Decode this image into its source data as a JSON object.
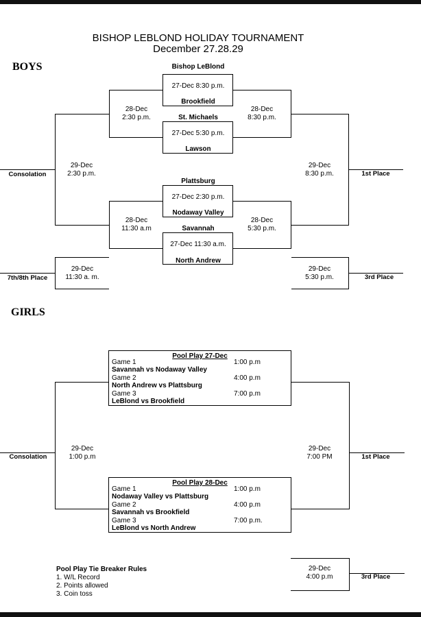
{
  "header": {
    "title": "BISHOP LEBLOND HOLIDAY TOURNAMENT",
    "dates": "December 27.28.29"
  },
  "boys": {
    "heading": "BOYS",
    "first_round": [
      {
        "team_top": "Bishop LeBlond",
        "time": "27-Dec  8:30 p.m.",
        "team_bottom": "Brookfield"
      },
      {
        "team_top": "St. Michaels",
        "time": "27-Dec  5:30 p.m.",
        "team_bottom": "Lawson"
      },
      {
        "team_top": "Plattsburg",
        "time": "27-Dec   2:30 p.m.",
        "team_bottom": "Nodaway Valley"
      },
      {
        "team_top": "Savannah",
        "time": "27-Dec   11:30 a.m.",
        "team_bottom": "North Andrew"
      }
    ],
    "second_round": {
      "left_top": {
        "date": "28-Dec",
        "time": "2:30 p.m."
      },
      "left_bottom": {
        "date": "28-Dec",
        "time": "11:30 a.m"
      },
      "right_top": {
        "date": "28-Dec",
        "time": "8:30 p.m."
      },
      "right_bottom": {
        "date": "28-Dec",
        "time": "5:30 p.m."
      }
    },
    "consolation": {
      "label": "Consolation",
      "date": "29-Dec",
      "time": "2:30 p.m."
    },
    "first_place": {
      "label": "1st Place",
      "date": "29-Dec",
      "time": "8:30 p.m."
    },
    "seventh_eighth": {
      "label": "7th/8th Place",
      "date": "29-Dec",
      "time": "11:30 a. m."
    },
    "third_place": {
      "label": "3rd Place",
      "date": "29-Dec",
      "time": "5:30 p.m."
    }
  },
  "girls": {
    "heading": "GIRLS",
    "pools": [
      {
        "title": "Pool Play 27-Dec",
        "games": [
          {
            "game": "Game 1",
            "time": "1:00 p.m",
            "matchup": "Savannah vs Nodaway Valley"
          },
          {
            "game": "Game 2",
            "time": "4:00 p.m",
            "matchup": "North Andrew vs Plattsburg"
          },
          {
            "game": "Game 3",
            "time": "7:00 p.m",
            "matchup": "LeBlond vs Brookfield"
          }
        ]
      },
      {
        "title": "Pool Play 28-Dec",
        "games": [
          {
            "game": "Game 1",
            "time": "1:00 p.m",
            "matchup": "Nodaway Valley vs Plattsburg"
          },
          {
            "game": "Game 2",
            "time": "4:00 p.m",
            "matchup": "Savannah vs Brookfield"
          },
          {
            "game": "Game 3",
            "time": "7:00 p.m.",
            "matchup": "LeBlond vs North Andrew"
          }
        ]
      }
    ],
    "consolation": {
      "label": "Consolation",
      "date": "29-Dec",
      "time": "1:00 p.m"
    },
    "first_place": {
      "label": "1st Place",
      "date": "29-Dec",
      "time": "7:00 PM"
    },
    "third_place": {
      "label": "3rd Place",
      "date": "29-Dec",
      "time": "4:00 p.m"
    }
  },
  "tiebreak": {
    "title": "Pool Play Tie Breaker Rules",
    "rules": [
      "1. W/L Record",
      "2. Points allowed",
      "3. Coin toss"
    ]
  }
}
